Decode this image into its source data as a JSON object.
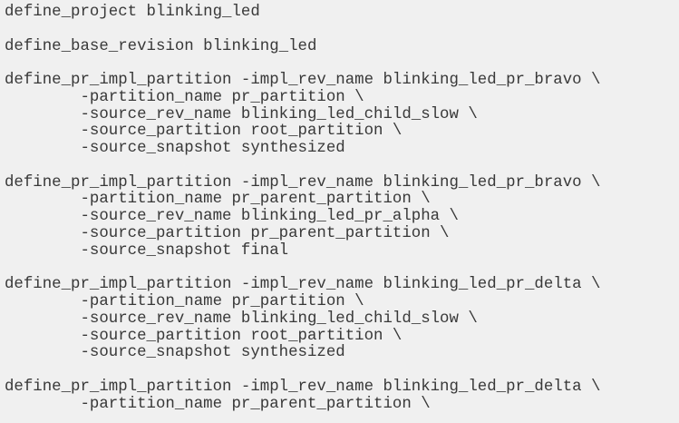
{
  "page": {
    "background_color": "#f0f0f0",
    "text_color": "#383838"
  },
  "code_listing": {
    "lines": [
      "define_project blinking_led",
      "",
      "define_base_revision blinking_led",
      "",
      "define_pr_impl_partition -impl_rev_name blinking_led_pr_bravo \\",
      "        -partition_name pr_partition \\",
      "        -source_rev_name blinking_led_child_slow \\",
      "        -source_partition root_partition \\",
      "        -source_snapshot synthesized",
      "",
      "define_pr_impl_partition -impl_rev_name blinking_led_pr_bravo \\",
      "        -partition_name pr_parent_partition \\",
      "        -source_rev_name blinking_led_pr_alpha \\",
      "        -source_partition pr_parent_partition \\",
      "        -source_snapshot final",
      "",
      "define_pr_impl_partition -impl_rev_name blinking_led_pr_delta \\",
      "        -partition_name pr_partition \\",
      "        -source_rev_name blinking_led_child_slow \\",
      "        -source_partition root_partition \\",
      "        -source_snapshot synthesized",
      "",
      "define_pr_impl_partition -impl_rev_name blinking_led_pr_delta \\",
      "        -partition_name pr_parent_partition \\"
    ]
  }
}
